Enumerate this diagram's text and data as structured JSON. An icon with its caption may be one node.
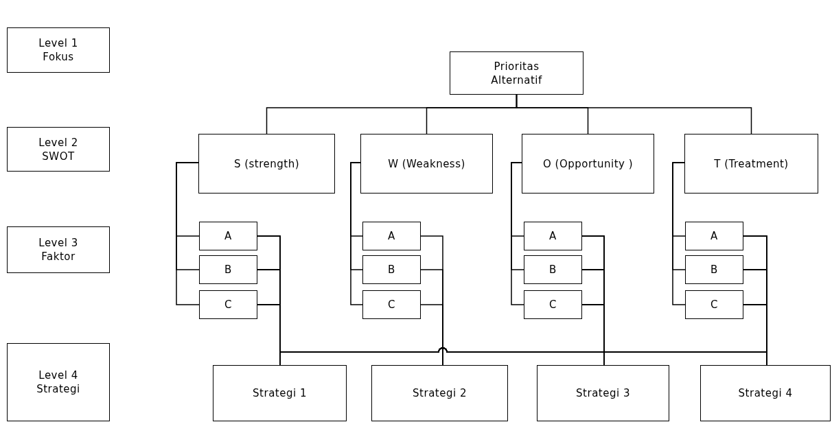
{
  "diagram": {
    "nodes": [
      {
        "text": [
          "Level 1 Fokus"
        ]
      },
      {
        "text": [
          "Prioritas Alternatif"
        ]
      },
      {
        "text": [
          "Level 2 SWOT"
        ]
      },
      {
        "text": [
          "S (strength)"
        ]
      },
      {
        "text": [
          "W (Weakness)"
        ]
      },
      {
        "text": [
          "O (Opportunity )"
        ]
      },
      {
        "text": [
          "T (Treatment)"
        ]
      },
      {
        "text": [
          "Level 3 Faktor"
        ]
      },
      {
        "text": [
          "A"
        ]
      },
      {
        "text": [
          "A"
        ]
      },
      {
        "text": [
          "A"
        ]
      },
      {
        "text": [
          "A"
        ]
      },
      {
        "text": [
          "B"
        ]
      },
      {
        "text": [
          "B"
        ]
      },
      {
        "text": [
          "B"
        ]
      },
      {
        "text": [
          "B"
        ]
      },
      {
        "text": [
          "C"
        ]
      },
      {
        "text": [
          "C"
        ]
      },
      {
        "text": [
          "C"
        ]
      },
      {
        "text": [
          "C"
        ]
      },
      {
        "text": [
          "Level 4 Strategi"
        ]
      },
      {
        "text": [
          "Strategi 1"
        ]
      },
      {
        "text": [
          "Strategi 2"
        ]
      },
      {
        "text": [
          "Strategi 3"
        ]
      },
      {
        "text": [
          "Strategi 4"
        ]
      }
    ],
    "edges": [
      {
        "from": 1,
        "to": 3,
        "arrow": "none"
      },
      {
        "from": 1,
        "to": 4,
        "arrow": "none"
      },
      {
        "from": 1,
        "to": 5,
        "arrow": "none"
      },
      {
        "from": 1,
        "to": 6,
        "arrow": "none"
      },
      {
        "from": 3,
        "to": 8,
        "arrow": "none"
      },
      {
        "from": 3,
        "to": 12,
        "arrow": "none"
      },
      {
        "from": 3,
        "to": 16,
        "arrow": "none"
      },
      {
        "from": 4,
        "to": 9,
        "arrow": "none"
      },
      {
        "from": 4,
        "to": 13,
        "arrow": "none"
      },
      {
        "from": 4,
        "to": 17,
        "arrow": "none"
      },
      {
        "from": 5,
        "to": 10,
        "arrow": "none"
      },
      {
        "from": 5,
        "to": 14,
        "arrow": "none"
      },
      {
        "from": 5,
        "to": 18,
        "arrow": "none"
      },
      {
        "from": 6,
        "to": 11,
        "arrow": "none"
      },
      {
        "from": 6,
        "to": 15,
        "arrow": "none"
      },
      {
        "from": 6,
        "to": 19,
        "arrow": "none"
      },
      {
        "from": 8,
        "to": 21,
        "arrow": "none"
      },
      {
        "from": 12,
        "to": 21,
        "arrow": "none"
      },
      {
        "from": 16,
        "to": 21,
        "arrow": "none"
      },
      {
        "from": 8,
        "to": 23,
        "arrow": "none"
      },
      {
        "from": 12,
        "to": 23,
        "arrow": "none"
      },
      {
        "from": 16,
        "to": 23,
        "arrow": "none"
      },
      {
        "from": 8,
        "to": 24,
        "arrow": "none"
      },
      {
        "from": 12,
        "to": 24,
        "arrow": "none"
      },
      {
        "from": 16,
        "to": 24,
        "arrow": "none"
      },
      {
        "from": 9,
        "to": 22,
        "arrow": "none"
      },
      {
        "from": 13,
        "to": 22,
        "arrow": "none"
      },
      {
        "from": 17,
        "to": 22,
        "arrow": "none"
      },
      {
        "from": 10,
        "to": 21,
        "arrow": "none"
      },
      {
        "from": 14,
        "to": 21,
        "arrow": "none"
      },
      {
        "from": 18,
        "to": 21,
        "arrow": "none"
      },
      {
        "from": 10,
        "to": 23,
        "arrow": "none"
      },
      {
        "from": 14,
        "to": 23,
        "arrow": "none"
      },
      {
        "from": 18,
        "to": 23,
        "arrow": "none"
      },
      {
        "from": 10,
        "to": 24,
        "arrow": "none"
      },
      {
        "from": 14,
        "to": 24,
        "arrow": "none"
      },
      {
        "from": 18,
        "to": 24,
        "arrow": "none"
      },
      {
        "from": 11,
        "to": 21,
        "arrow": "none"
      },
      {
        "from": 15,
        "to": 21,
        "arrow": "none"
      },
      {
        "from": 19,
        "to": 21,
        "arrow": "none"
      },
      {
        "from": 11,
        "to": 23,
        "arrow": "none"
      },
      {
        "from": 15,
        "to": 23,
        "arrow": "none"
      },
      {
        "from": 19,
        "to": 23,
        "arrow": "none"
      },
      {
        "from": 11,
        "to": 24,
        "arrow": "none"
      },
      {
        "from": 15,
        "to": 24,
        "arrow": "none"
      },
      {
        "from": 19,
        "to": 24,
        "arrow": "none"
      }
    ]
  }
}
